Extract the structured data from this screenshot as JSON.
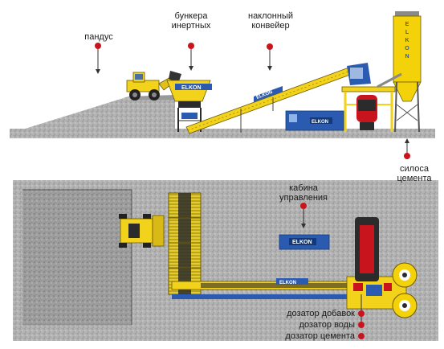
{
  "brand": "ELKON",
  "colors": {
    "gravel": "#b9b9b9",
    "yellow": "#f2d21b",
    "blue": "#2a5bb0",
    "red": "#c8141c",
    "dark": "#2b2b2b",
    "silo_yellow": "#f4d20a"
  },
  "side_view": {
    "labels": {
      "ramp": "пандус",
      "aggregate_bins": "бункера\nинертных",
      "inclined_conveyor": "наклонный\nконвейер",
      "cement_silo": "силоса\nцемента"
    }
  },
  "top_view": {
    "labels": {
      "control_cabin": "кабина\nуправления",
      "additive_doser": "дозатор добавок",
      "water_doser": "дозатор воды",
      "cement_doser": "дозатор цемента"
    }
  }
}
